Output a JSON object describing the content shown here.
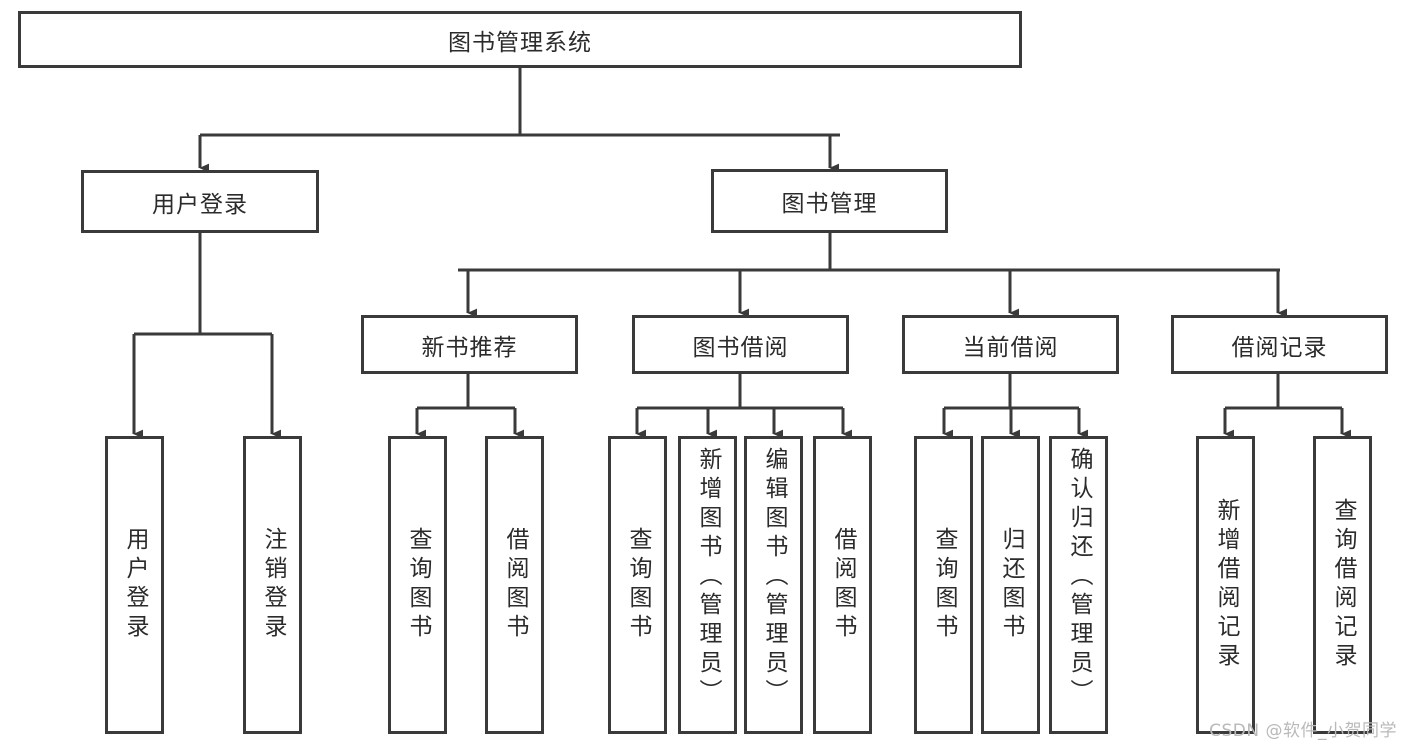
{
  "diagram": {
    "type": "tree",
    "title": "图书管理系统",
    "orientation": "top-down",
    "watermark": "CSDN @软件_小贺同学",
    "colors": {
      "stroke": "#3a3a3a",
      "fill": "#ffffff",
      "text": "#2b2b2b",
      "watermark": "#b9b9b9"
    },
    "root": {
      "label": "图书管理系统"
    },
    "level2": [
      {
        "label": "用户登录"
      },
      {
        "label": "图书管理"
      }
    ],
    "level3": [
      {
        "label": "新书推荐"
      },
      {
        "label": "图书借阅"
      },
      {
        "label": "当前借阅"
      },
      {
        "label": "借阅记录"
      }
    ],
    "leaves": {
      "user_login": [
        {
          "label": "用户登录"
        },
        {
          "label": "注销登录"
        }
      ],
      "new_book_recommend": [
        {
          "label": "查询图书"
        },
        {
          "label": "借阅图书"
        }
      ],
      "book_borrow": [
        {
          "label": "查询图书"
        },
        {
          "label": "新增图书（管理员）"
        },
        {
          "label": "编辑图书（管理员）"
        },
        {
          "label": "借阅图书"
        }
      ],
      "current_borrow": [
        {
          "label": "查询图书"
        },
        {
          "label": "归还图书"
        },
        {
          "label": "确认归还（管理员）"
        }
      ],
      "borrow_record": [
        {
          "label": "新增借阅记录"
        },
        {
          "label": "查询借阅记录"
        }
      ]
    }
  }
}
